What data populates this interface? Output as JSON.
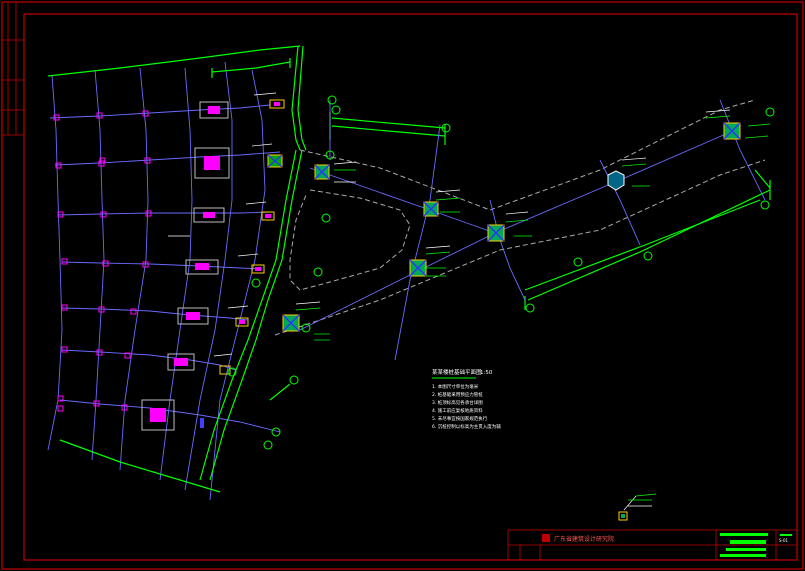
{
  "drawing": {
    "notes_title": "某某楼桩基础平面图",
    "notes_scale": "1:50",
    "notes_lines": [
      "1. 本图尺寸单位为毫米",
      "2. 桩基础采用预应力管桩",
      "3. 桩顶标高见各承台详图",
      "4. 施工前应复核地质资料",
      "5. 未尽事宜按国家规范执行",
      "6. 沉桩控制以标高为主贯入度为辅"
    ],
    "title_block": {
      "company": "广东省建筑设计研究院",
      "sheet_no": "S-01"
    },
    "colors": {
      "frame": "#c00000",
      "grid": "#7070ff",
      "green": "#00ff00",
      "magenta": "#ff00ff",
      "gray": "#aaaaaa",
      "white": "#ffffff"
    }
  }
}
